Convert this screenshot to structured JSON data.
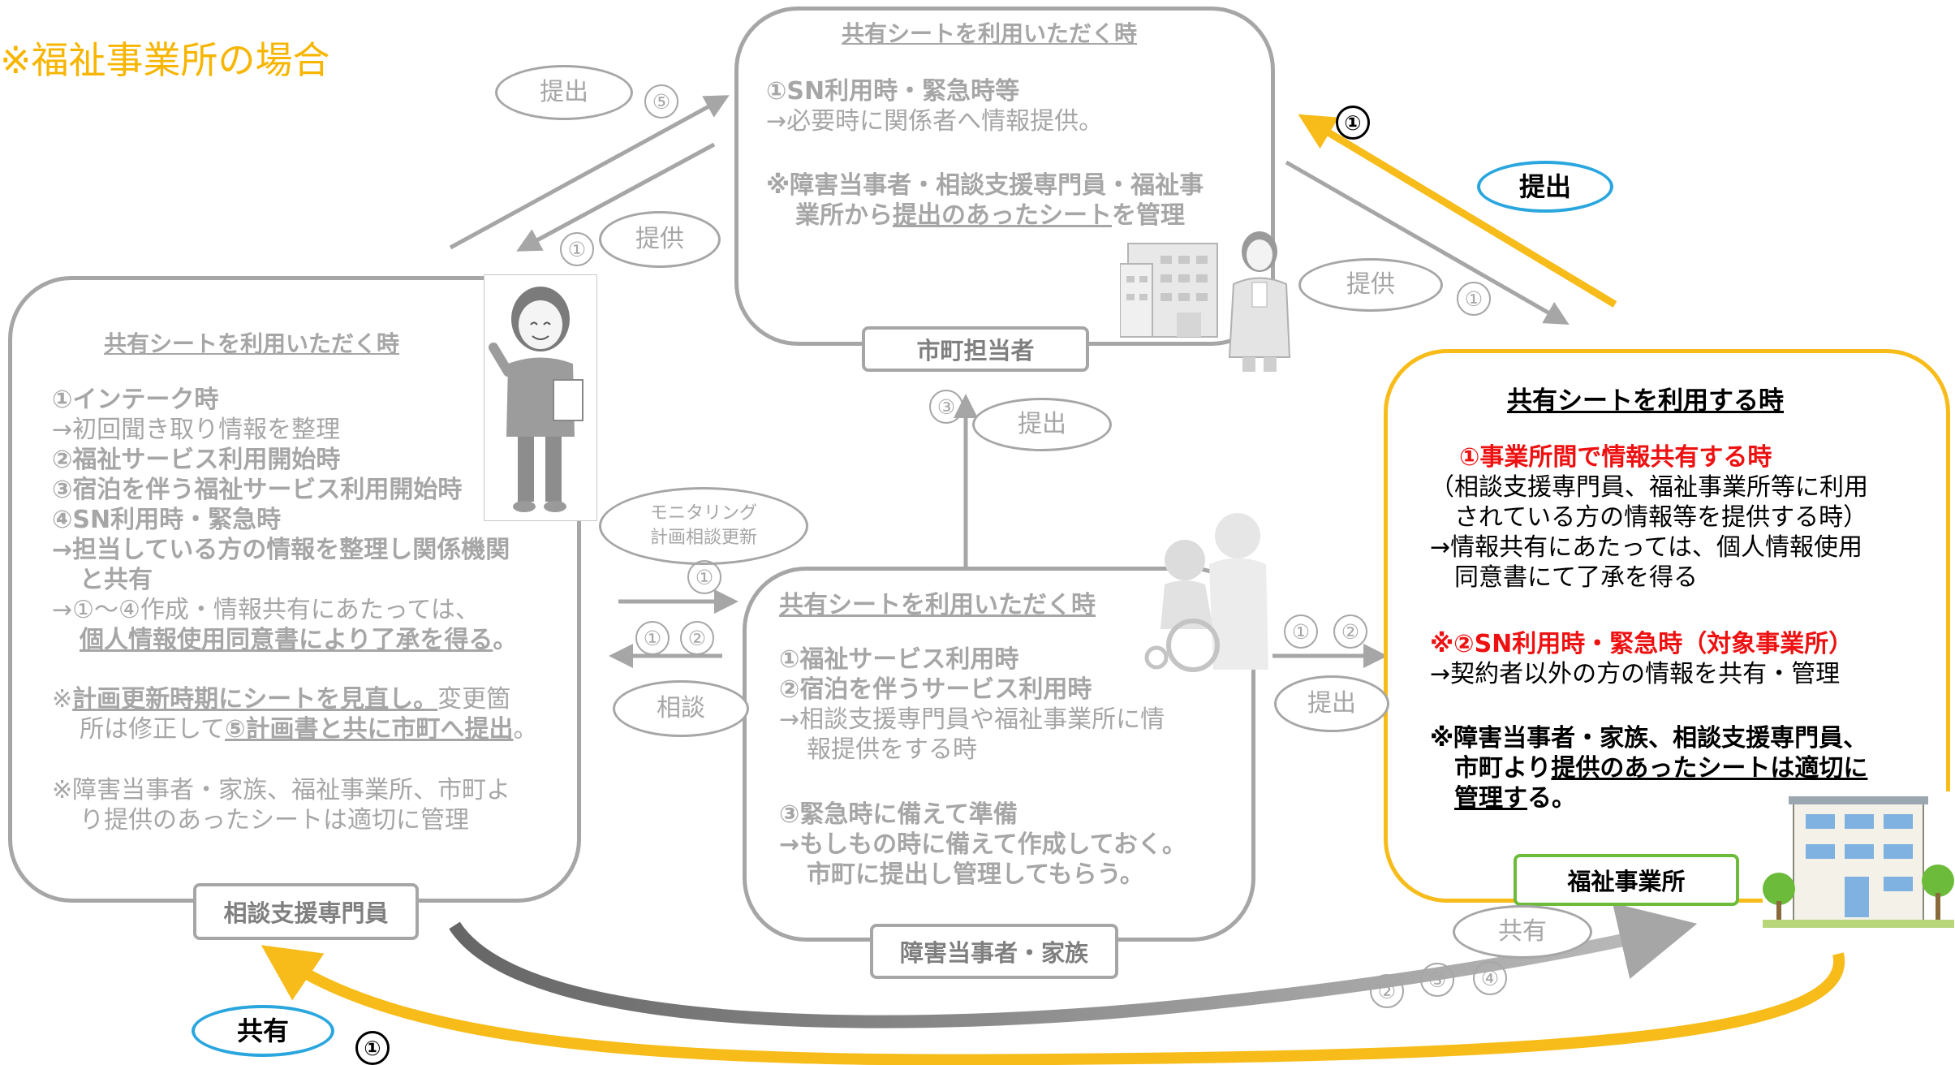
{
  "heading": "※福祉事業所の場合",
  "panels": {
    "town": {
      "title": "共有シートを利用いただく時",
      "line1": "①SN利用時・緊急時等",
      "line2": "→必要時に関係者へ情報提供。",
      "line3a": "※障害当事者・相談支援専門員・福祉事",
      "line4a": "業所から",
      "line4b": "提出のあったシート",
      "line4c": "を管理",
      "tag": "市町担当者"
    },
    "consultant": {
      "title": "共有シートを利用いただく時",
      "l1": "①インテーク時",
      "l2": "→初回聞き取り情報を整理",
      "l3": "②福祉サービス利用開始時",
      "l4": "③宿泊を伴う福祉サービス利用開始時",
      "l5": "④SN利用時・緊急時",
      "l6": "→担当している方の情報を整理し関係機関",
      "l7": "と共有",
      "l8": "→①～④作成・情報共有にあたっては、",
      "l9": "個人情報使用同意書により了承を得る",
      "l9b": "。",
      "l10a": "※",
      "l10b": "計画更新時期にシートを見直し。",
      "l10c": "変更箇",
      "l11a": "所は修正して",
      "l11b": "⑤計画書と共に市町へ提出",
      "l11c": "。",
      "l12": "※障害当事者・家族、福祉事業所、市町よ",
      "l13": "り提供のあったシートは適切に管理",
      "tag": "相談支援専門員"
    },
    "person": {
      "title": "共有シートを利用いただく時",
      "l1": "①福祉サービス利用時",
      "l2": "②宿泊を伴うサービス利用時",
      "l3": "→相談支援専門員や福祉事業所に情",
      "l4": "報提供をする時",
      "l5": "③緊急時に備えて準備",
      "l6": "→もしもの時に備えて作成しておく。",
      "l7": "市町に提出し管理してもらう。",
      "tag": "障害当事者・家族"
    },
    "office": {
      "title": "共有シートを利用する時",
      "l1": "①事業所間で情報共有する時",
      "l2": "（相談支援専門員、福祉事業所等に利用",
      "l3": "されている方の情報等を提供する時）",
      "l4": "→情報共有にあたっては、個人情報使用",
      "l5": "同意書にて了承を得る",
      "l6": "※②SN利用時・緊急時（対象事業所）",
      "l7": "→契約者以外の方の情報を共有・管理",
      "l8": "※障害当事者・家族、相談支援専門員、",
      "l9a": "市町より",
      "l9b": "提供のあったシートは適切に",
      "l10a": "管理す",
      "l10b": "る。",
      "tag": "福祉事業所"
    }
  },
  "bubbles": {
    "submit_top_left": "提出",
    "provide_top_left": "提供",
    "submit_right": "提出",
    "provide_right": "提供",
    "submit_mid": "提出",
    "monitoring_1": "モニタリング",
    "monitoring_2": "計画相談更新",
    "consult": "相談",
    "submit_lower_right": "提出",
    "share_gray": "共有",
    "share_blue": "共有"
  },
  "numbers": {
    "n5": "⑤",
    "n1a": "①",
    "n1b": "①",
    "n1c": "①",
    "n3": "③",
    "n1d": "①",
    "n1e": "①",
    "n2e": "②",
    "n1f": "①",
    "n2f": "②",
    "n2g": "②",
    "n3g": "③",
    "n4g": "④",
    "n1h": "①"
  },
  "colors": {
    "gray": "#a6a6a6",
    "gold": "#f7bc1a",
    "blue": "#2aa6df",
    "red": "#ee1111",
    "green": "#6dbb3a",
    "heading": "#f7b500"
  }
}
